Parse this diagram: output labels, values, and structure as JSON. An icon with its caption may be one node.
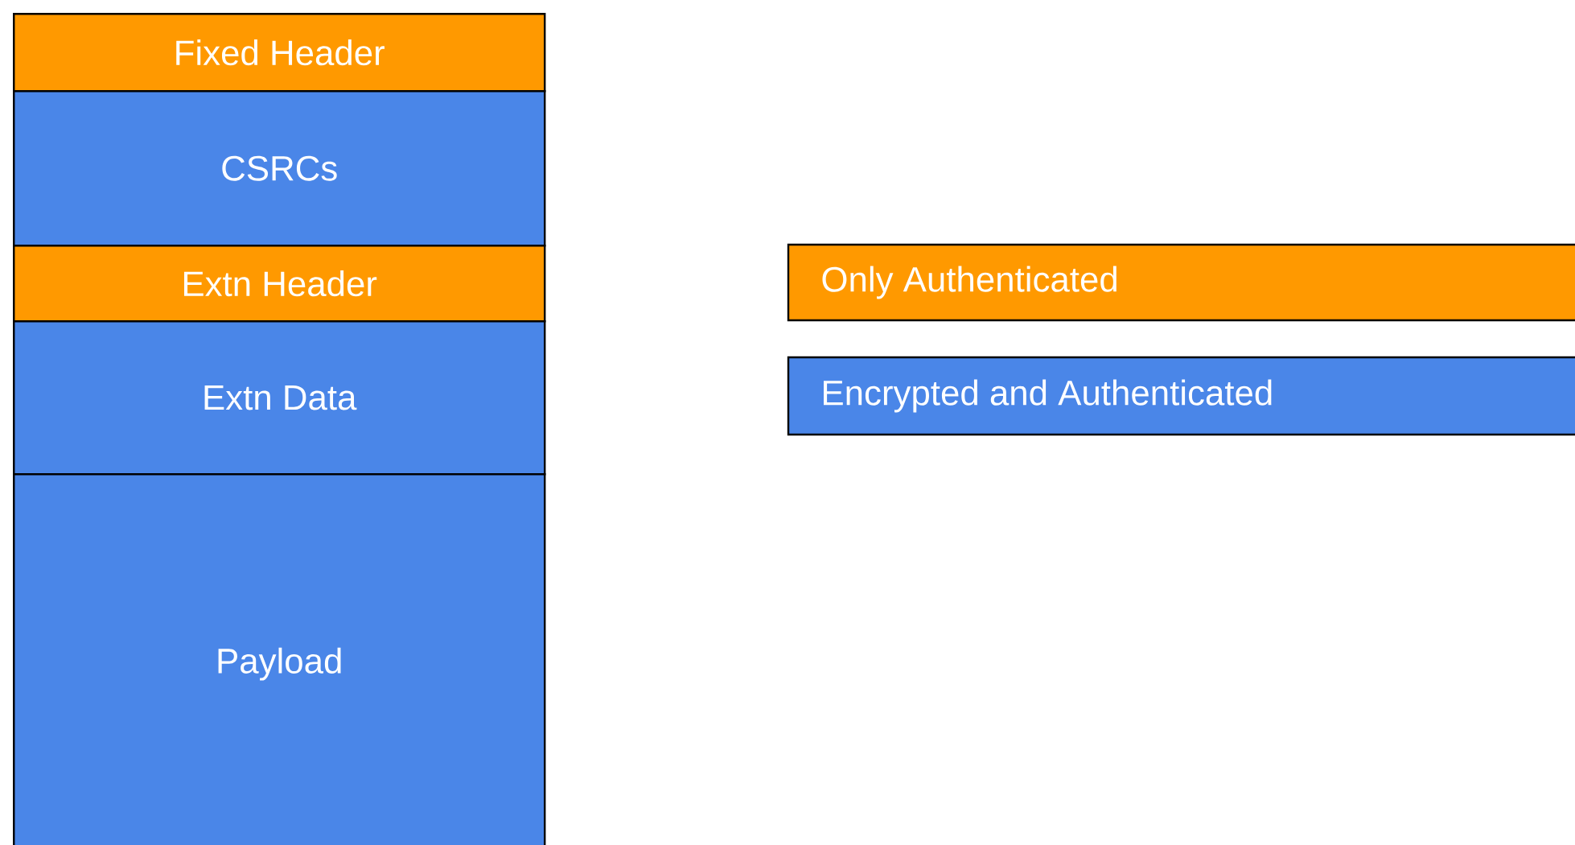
{
  "diagram": {
    "nodes": [
      {
        "text": [
          "Fixed Header"
        ]
      },
      {
        "text": [
          "CSRCs"
        ]
      },
      {
        "text": [
          "Extn Header"
        ]
      },
      {
        "text": [
          "Extn Data"
        ]
      },
      {
        "text": [
          "Payload"
        ]
      }
    ],
    "legend": [
      {
        "text": "Only Authenticated",
        "color": "#ff9900"
      },
      {
        "text": "Encrypted and Authenticated",
        "color": "#4a86e8"
      }
    ]
  }
}
